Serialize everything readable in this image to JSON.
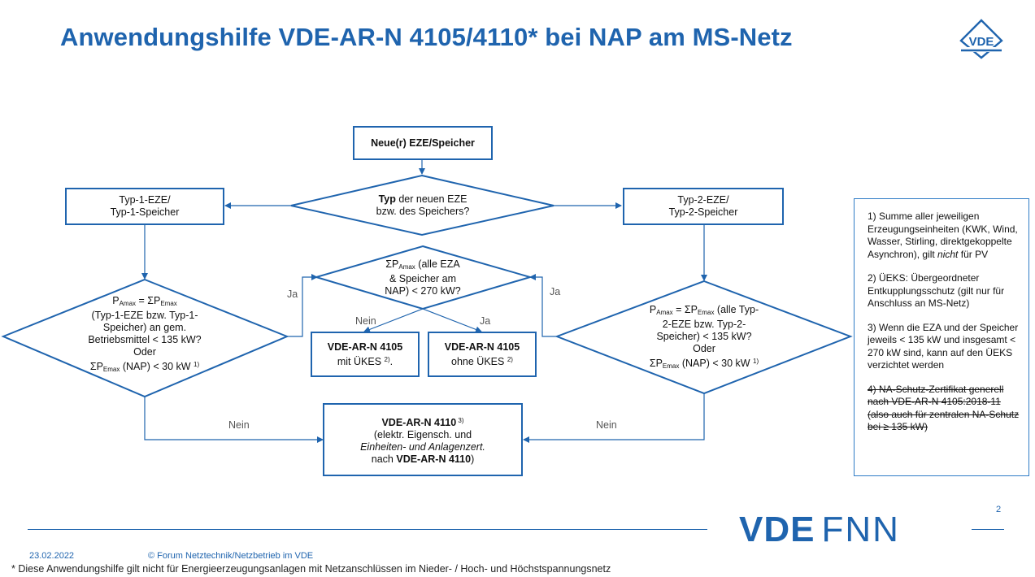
{
  "title": "Anwendungshilfe VDE-AR-N 4105/4110* bei NAP am MS-Netz",
  "logo_text": "VDE",
  "flow": {
    "start": "Neue(r) EZE/Speicher",
    "q_type": {
      "bold": "Typ",
      "rest": " der neuen EZE",
      "line2": "bzw. des Speichers?"
    },
    "typ1": {
      "line1": "Typ-1-EZE/",
      "line2": "Typ-1-Speicher"
    },
    "typ2": {
      "line1": "Typ-2-EZE/",
      "line2": "Typ-2-Speicher"
    },
    "q_left": {
      "p": "P",
      "p_sub": "Amax",
      "eq": " = ΣP",
      "eq_sub": "Emax",
      "l2": "(Typ-1-EZE bzw. Typ-1-",
      "l3": "Speicher) an gem.",
      "l4": "Betriebsmittel < 135 kW?",
      "l5": "Oder",
      "l6a": "ΣP",
      "l6_sub": "Emax",
      "l6b": " (NAP) < 30 kW ",
      "l6_sup": "1)"
    },
    "q_center": {
      "l1a": "ΣP",
      "l1_sub": "Amax",
      "l1b": " (alle EZA",
      "l2": "& Speicher am",
      "l3": "NAP) < 270 kW?"
    },
    "q_right": {
      "p": "P",
      "p_sub": "Amax",
      "eq": " = ΣP",
      "eq_sub": "Emax",
      "eq_rest": " (alle Typ-",
      "l2": "2-EZE bzw. Typ-2-",
      "l3": "Speicher) < 135 kW?",
      "l4": "Oder",
      "l5a": "ΣP",
      "l5_sub": "Emax",
      "l5b": " (NAP) < 30 kW ",
      "l5_sup": "1)"
    },
    "res_4105_mit": {
      "bold": "VDE-AR-N 4105",
      "line2": "mit ÜKES ",
      "sup": "2)",
      "end": "."
    },
    "res_4105_ohne": {
      "bold": "VDE-AR-N 4105",
      "line2": "ohne ÜKES ",
      "sup": "2)"
    },
    "res_4110": {
      "bold": "VDE-AR-N 4110",
      "sup": " 3)",
      "l2": "(elektr. Eigensch. und",
      "l3": "Einheiten- und Anlagenzert.",
      "l4a": "nach ",
      "l4b": "VDE-AR-N 4110",
      "l4c": ")"
    },
    "labels": {
      "ja": "Ja",
      "nein": "Nein"
    }
  },
  "notes": {
    "n1a": "1) Summe aller jeweiligen Erzeugungseinheiten (KWK, Wind, Wasser, Stirling, direktgekoppelte Asynchron), gilt ",
    "n1b": "nicht",
    "n1c": " für PV",
    "n2": "2) ÜEKS: Übergeordneter Entkupplungsschutz (gilt nur für Anschluss an MS-Netz)",
    "n3": "3) Wenn die EZA und der Speicher jeweils < 135 kW und insgesamt < 270 kW sind, kann auf den ÜEKS verzichtet werden",
    "n4": "4) NA-Schutz-Zertifikat generell nach VDE-AR-N 4105:2018-11 (also auch für zentralen NA-Schutz bei ≥ 135 kW)"
  },
  "footer": {
    "date": "23.02.2022",
    "copyright": "© Forum Netztechnik/Netzbetrieb im VDE",
    "footnote": "* Diese Anwendungshilfe gilt nicht für Energieerzeugungsanlagen mit Netzanschlüssen im Nieder- / Hoch- und Höchstspannungsnetz",
    "page": "2",
    "brand_bold": "VDE",
    "brand_light": "FNN"
  },
  "colors": {
    "accent": "#1f64ae"
  }
}
